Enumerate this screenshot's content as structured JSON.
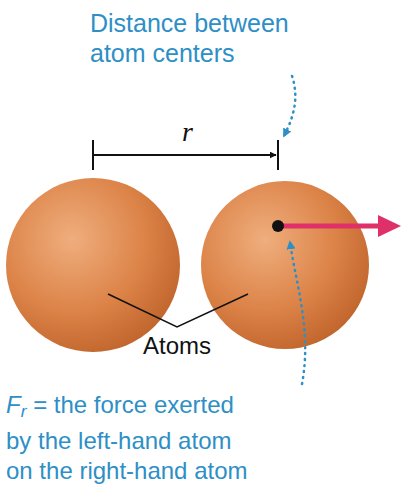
{
  "diagram": {
    "labels": [
      "Distance between atom centers",
      "r",
      "Atoms",
      "F",
      "r",
      "= the force exerted by the left-hand atom on the right-hand atom"
    ]
  }
}
